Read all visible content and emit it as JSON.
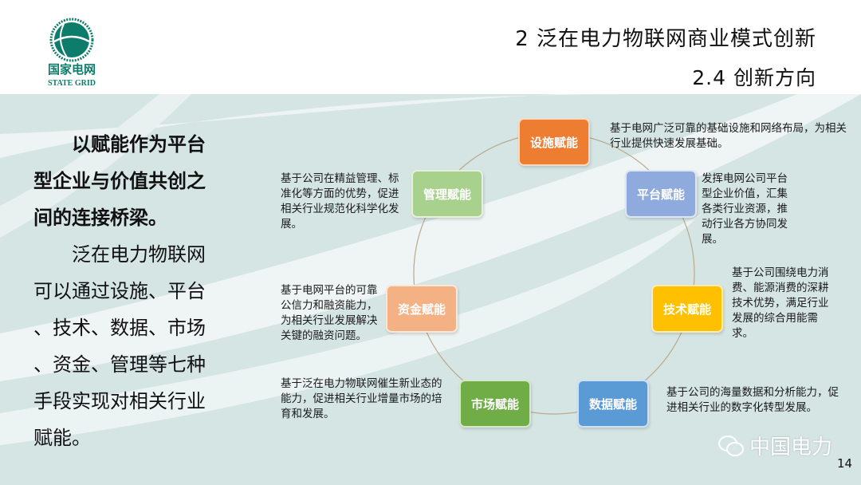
{
  "header": {
    "title": "2 泛在电力物联网商业模式创新",
    "subtitle": "2.4 创新方向",
    "logo": {
      "cn": "国家电网",
      "en": "STATE GRID",
      "ring": "国家电网公司 STATE GRID CORPORATION OF CHINA"
    }
  },
  "left_text": {
    "bold_lines": [
      "　　以赋能作为平台",
      "型企业与价值共创之",
      "间的连接桥梁。"
    ],
    "lines": [
      "　　泛在电力物联网",
      "可以通过设施、平台",
      "、技术、数据、市场",
      "、资金、管理等七种",
      "手段实现对相关行业",
      "赋能。"
    ]
  },
  "diagram": {
    "nodes": [
      {
        "label": "设施赋能",
        "color": "#ed7d31",
        "desc": "基于电网广泛可靠的基础设施和网络布局，为相关行业提供快速发展基础。"
      },
      {
        "label": "平台赋能",
        "color": "#8faadc",
        "desc": "发挥电网公司平台型企业价值，汇集各类行业资源，推动行业各方协同发展。"
      },
      {
        "label": "技术赋能",
        "color": "#ffc000",
        "desc": "基于公司围绕电力消费、能源消费的深耕技术优势，满足行业发展的综合用能需求。"
      },
      {
        "label": "数据赋能",
        "color": "#5b9bd5",
        "desc": "基于公司的海量数据和分析能力，促进相关行业的数字化转型发展。"
      },
      {
        "label": "市场赋能",
        "color": "#70ad47",
        "desc": "基于泛在电力物联网催生新业态的能力，促进相关行业增量市场的培育和发展。"
      },
      {
        "label": "资金赋能",
        "color": "#f4b183",
        "desc": "基于电网平台的可靠公信力和融资能力，为相关行业发展解决关键的融资问题。"
      },
      {
        "label": "管理赋能",
        "color": "#a9d18e",
        "desc": "基于公司在精益管理、标准化等方面的优势，促进相关行业规范化科学化发展。"
      }
    ]
  },
  "watermark": {
    "icon": "wechat-icon",
    "text": "中国电力"
  },
  "page_number": "14",
  "colors": {
    "background": "#d5e5e4",
    "brand_green": "#0d7c6a"
  }
}
